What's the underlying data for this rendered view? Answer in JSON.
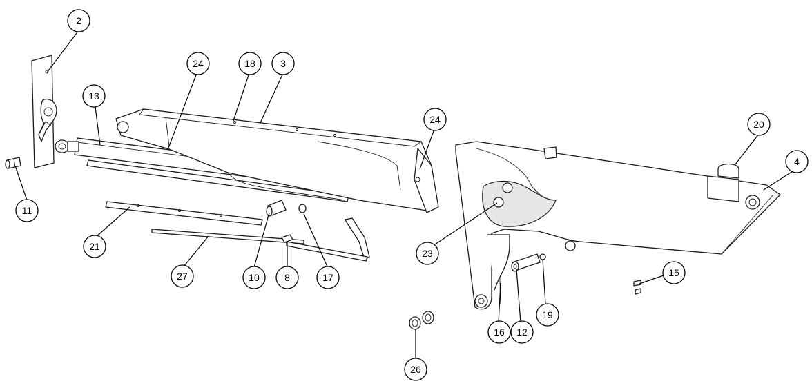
{
  "diagram": {
    "callouts": [
      {
        "id": "c2",
        "label": "2"
      },
      {
        "id": "c24a",
        "label": "24"
      },
      {
        "id": "c18",
        "label": "18"
      },
      {
        "id": "c3",
        "label": "3"
      },
      {
        "id": "c13",
        "label": "13"
      },
      {
        "id": "c24b",
        "label": "24"
      },
      {
        "id": "c20",
        "label": "20"
      },
      {
        "id": "c4",
        "label": "4"
      },
      {
        "id": "c11",
        "label": "11"
      },
      {
        "id": "c21",
        "label": "21"
      },
      {
        "id": "c23",
        "label": "23"
      },
      {
        "id": "c27",
        "label": "27"
      },
      {
        "id": "c10",
        "label": "10"
      },
      {
        "id": "c8",
        "label": "8"
      },
      {
        "id": "c17",
        "label": "17"
      },
      {
        "id": "c15",
        "label": "15"
      },
      {
        "id": "c19",
        "label": "19"
      },
      {
        "id": "c16",
        "label": "16"
      },
      {
        "id": "c12",
        "label": "12"
      },
      {
        "id": "c26",
        "label": "26"
      }
    ]
  }
}
